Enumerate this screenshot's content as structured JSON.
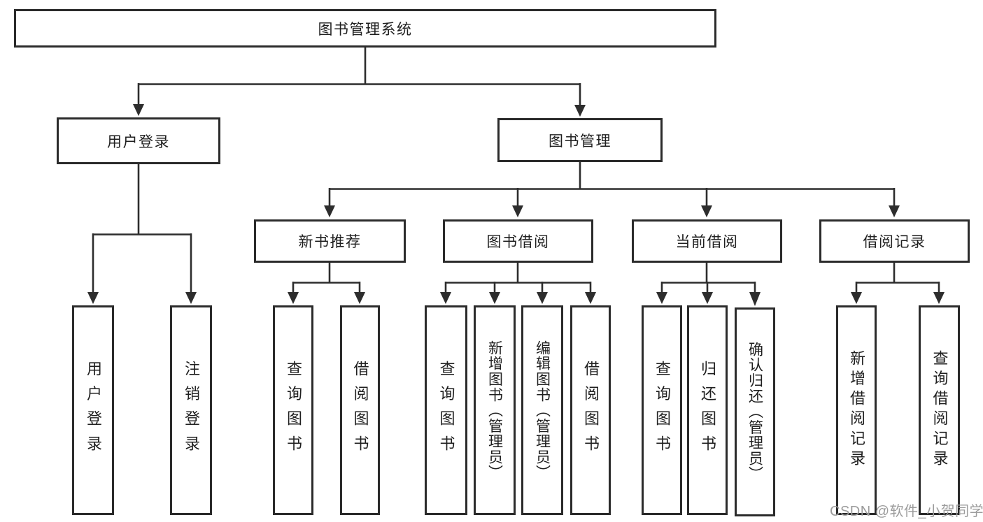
{
  "tree": {
    "root": "图书管理系统",
    "level2": [
      {
        "label": "用户登录",
        "leaves": [
          "用户登录",
          "注销登录"
        ]
      },
      {
        "label": "图书管理",
        "groups": [
          {
            "label": "新书推荐",
            "leaves": [
              "查询图书",
              "借阅图书"
            ]
          },
          {
            "label": "图书借阅",
            "leaves": [
              "查询图书",
              "新增图书（管理员）",
              "编辑图书（管理员）",
              "借阅图书"
            ]
          },
          {
            "label": "当前借阅",
            "leaves": [
              "查询图书",
              "归还图书",
              "确认归还（管理员）"
            ]
          },
          {
            "label": "借阅记录",
            "leaves": [
              "新增借阅记录",
              "查询借阅记录"
            ]
          }
        ]
      }
    ]
  },
  "watermark": {
    "text": "CSDN @软件_小贺同学"
  },
  "colors": {
    "line": "#2d2d2d",
    "box_border": "#2b2b2b",
    "text": "#1f1f1f",
    "watermark": "#9c9c9c",
    "background": "#ffffff"
  }
}
